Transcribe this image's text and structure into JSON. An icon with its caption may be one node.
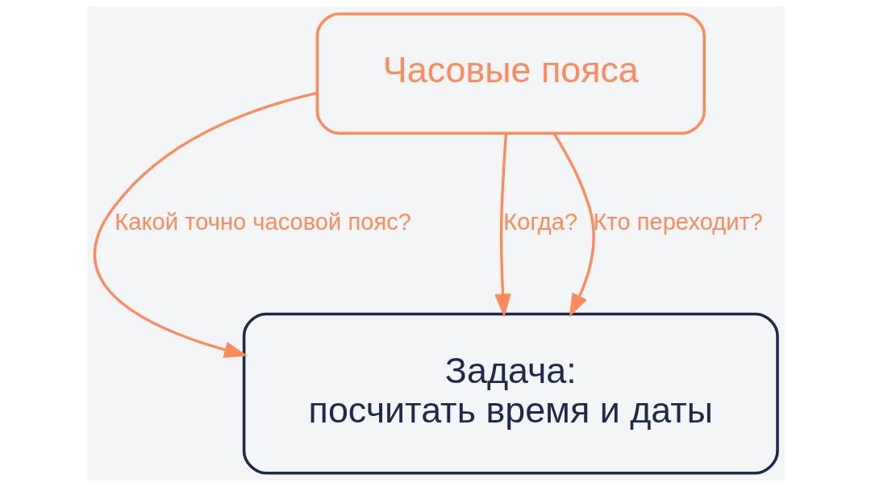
{
  "diagram": {
    "nodes": [
      {
        "text": [
          "Часовые пояса"
        ]
      },
      {
        "text": [
          "Задача:",
          "посчитать время и даты"
        ]
      }
    ],
    "edges": [
      {
        "from": 0,
        "to": 1,
        "arrow": "to",
        "label": "Какой точно часовой пояс?"
      },
      {
        "from": 0,
        "to": 1,
        "arrow": "to",
        "label": "Когда?"
      },
      {
        "from": 0,
        "to": 1,
        "arrow": "to",
        "label": "Кто переходит?"
      }
    ]
  }
}
